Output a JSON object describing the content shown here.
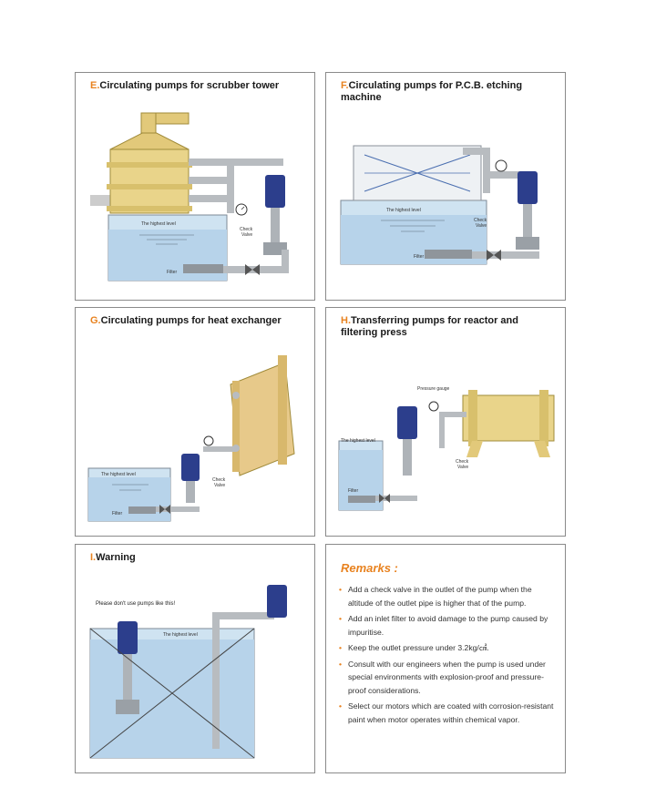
{
  "panels": {
    "e": {
      "letter": "E.",
      "title": "Circulating pumps for scrubber tower",
      "highest_level": "The highest level",
      "check_valve_1": "Check",
      "check_valve_2": "Valve",
      "filter": "Filter"
    },
    "f": {
      "letter": "F.",
      "title": "Circulating pumps for P.C.B. etching machine",
      "highest_level": "The highest level",
      "check_valve_1": "Check",
      "check_valve_2": "Valve",
      "filter": "Filter"
    },
    "g": {
      "letter": "G.",
      "title": "Circulating pumps for heat exchanger",
      "highest_level": "The highest level",
      "check_valve_1": "Check",
      "check_valve_2": "Valve",
      "filter": "Filter"
    },
    "h": {
      "letter": "H.",
      "title": "Transferring pumps for reactor and filtering press",
      "highest_level": "The highest level",
      "pressure_gauge": "Pressure gauge",
      "check_valve_1": "Check",
      "check_valve_2": "Valve",
      "filter": "Filter"
    },
    "i": {
      "letter": "I.",
      "title": "Warning",
      "note": "Please don't use pumps like this!",
      "highest_level": "The highest level"
    }
  },
  "remarks": {
    "title": "Remarks :",
    "items": [
      "Add a check valve in the outlet of the pump when the altitude of the outlet pipe is higher that of the pump.",
      "Add an inlet filter to avoid damage to the pump caused by impuritise.",
      "Keep the outlet pressure under 3.2kg/㎠.",
      "Consult with our engineers when the pump is used under special environments with explosion-proof and pressure-proof considerations.",
      "Select our motors which are coated with corrosion-resistant paint when motor operates within chemical vapor."
    ]
  },
  "colors": {
    "accent": "#e8821f",
    "water": "#cfe3f1",
    "pipe": "#b8bcc0",
    "motor": "#2c3e8c",
    "tower": "#e9d48a"
  }
}
